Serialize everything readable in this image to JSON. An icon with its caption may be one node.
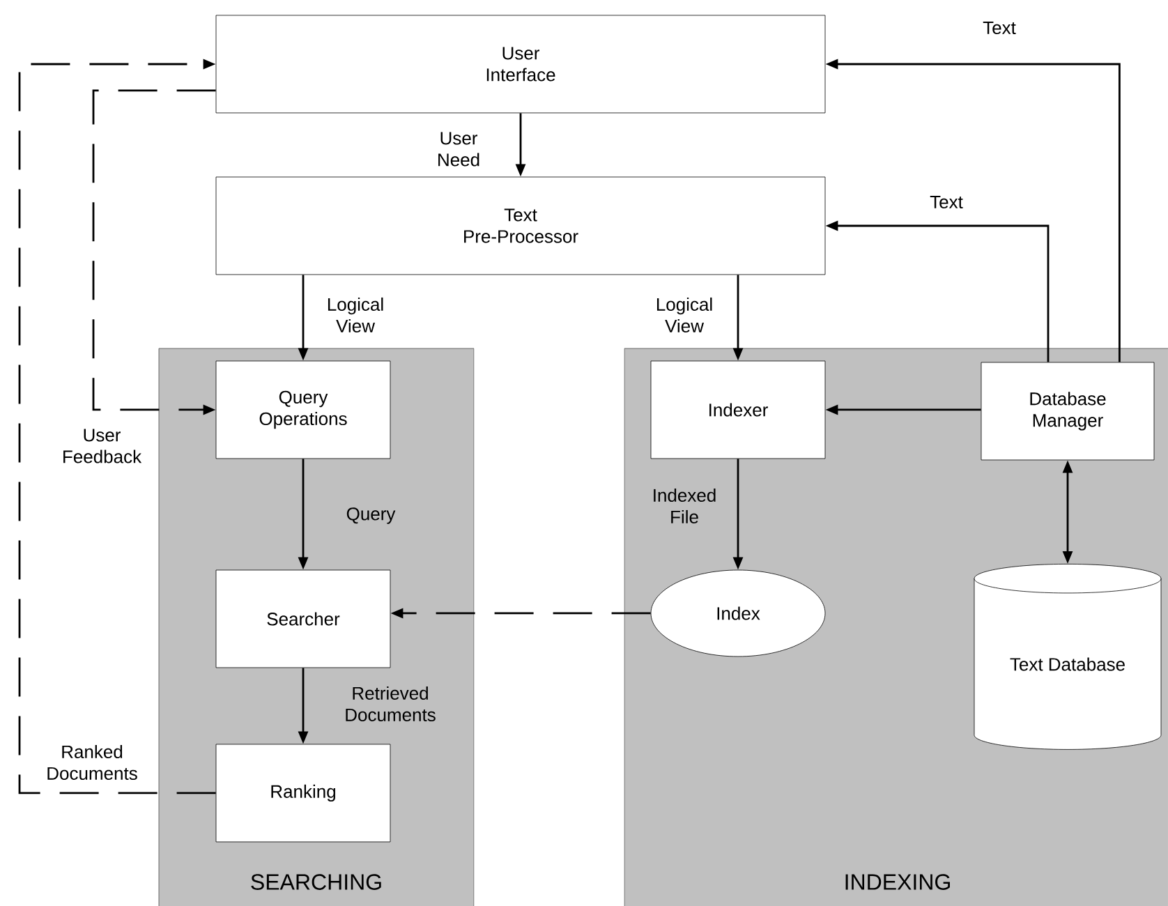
{
  "diagram": {
    "nodes": [
      {
        "text": [
          "User Interface"
        ]
      },
      {
        "text": [
          "Text Pre-Processor"
        ]
      },
      {
        "text": [
          "SEARCHING"
        ]
      },
      {
        "text": [
          "Query Operations"
        ],
        "in": 2
      },
      {
        "text": [
          "Searcher"
        ],
        "in": 2
      },
      {
        "text": [
          "Ranking"
        ],
        "in": 2
      },
      {
        "text": [
          "INDEXING"
        ]
      },
      {
        "text": [
          "Indexer"
        ],
        "in": 6
      },
      {
        "text": [
          "Database Manager"
        ],
        "in": 6
      },
      {
        "text": [
          "Index"
        ],
        "in": 6
      },
      {
        "text": [
          "Text Database"
        ],
        "in": 6
      }
    ],
    "edges": [
      {
        "from": 0,
        "to": 1,
        "arrow": "to",
        "label": "User Need"
      },
      {
        "from": 1,
        "to": 3,
        "arrow": "to",
        "label": "Logical View"
      },
      {
        "from": 1,
        "to": 7,
        "arrow": "to",
        "label": "Logical View"
      },
      {
        "from": 8,
        "to": 0,
        "arrow": "to",
        "label": "Text"
      },
      {
        "from": 8,
        "to": 1,
        "arrow": "to",
        "label": "Text"
      },
      {
        "from": 8,
        "to": 7,
        "arrow": "to"
      },
      {
        "from": 8,
        "to": 10,
        "arrow": "both"
      },
      {
        "from": 7,
        "to": 9,
        "arrow": "to",
        "label": "Indexed File"
      },
      {
        "from": 9,
        "to": 4,
        "arrow": "to",
        "style": "dashed"
      },
      {
        "from": 3,
        "to": 4,
        "arrow": "to",
        "label": "Query"
      },
      {
        "from": 4,
        "to": 5,
        "arrow": "to",
        "label": "Retrieved Documents"
      },
      {
        "from": 5,
        "to": 0,
        "arrow": "to",
        "style": "dashed",
        "label": "Ranked Documents"
      },
      {
        "from": 0,
        "to": 3,
        "arrow": "to",
        "style": "dashed",
        "label": "User Feedback"
      }
    ]
  }
}
